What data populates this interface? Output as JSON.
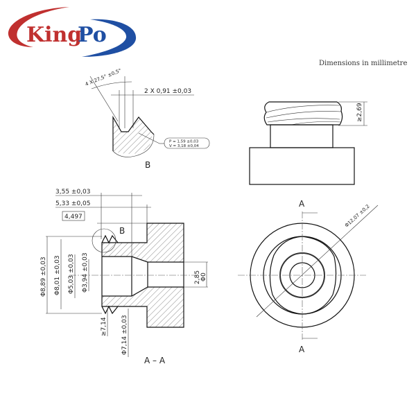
{
  "logo": {
    "text_left": "King",
    "text_right": "Po",
    "colors": {
      "red": "#c0302f",
      "blue": "#1f4fa3"
    }
  },
  "note": "Dimensions in millimetre",
  "detail_b": {
    "angle_label": "4 X 27,5° ±0,5°",
    "width_label": "2 X 0,91 ±0,03",
    "pitch_label": "P = 1,59 ±0,03",
    "v_label": "V = 3,18 ±0,04",
    "view_label": "B"
  },
  "side_view": {
    "height_label": "≥2,69"
  },
  "section": {
    "dim_1": "3,55 ±0,03",
    "dim_2": "5,33 ±0,05",
    "dim_box": "4,497",
    "detail_ref": "B",
    "dia_1": "Φ8,89 ±0,03",
    "dia_2": "Φ8,01 ±0,03",
    "dia_3": "Φ5,03 ±0,03",
    "dia_4": "Φ3,94 ±0,03",
    "bore": "2,85",
    "bore_sub": "Φ0",
    "min_len": "≥7,14",
    "dia_5": "Φ7,14 ±0,03",
    "title": "A – A"
  },
  "front_view": {
    "section_top": "A",
    "section_bottom": "A",
    "outer_dia": "Φ12,07 ±0,2"
  }
}
